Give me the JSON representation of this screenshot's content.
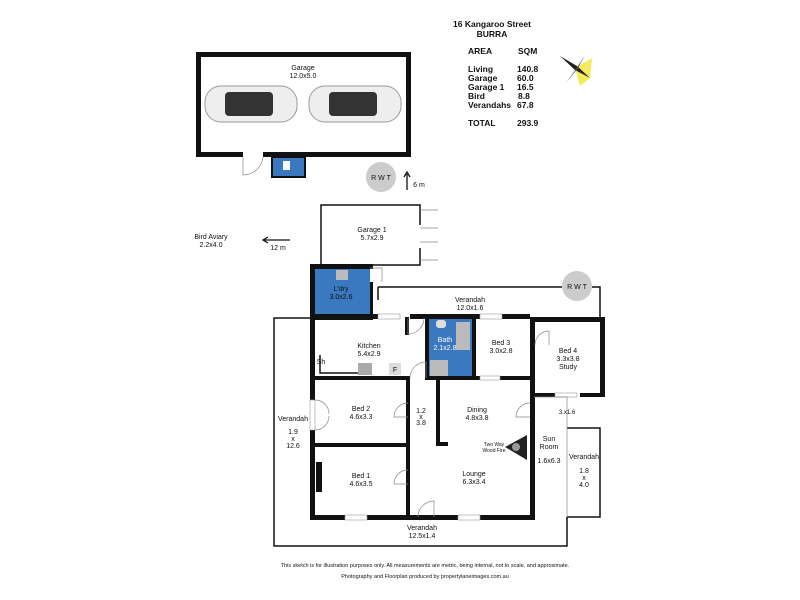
{
  "header": {
    "address": "16 Kangaroo Street",
    "town": "BURRA"
  },
  "area_table": {
    "col_area": "AREA",
    "col_sqm": "SQM",
    "rows": [
      {
        "name": "Living",
        "sqm": "140.8"
      },
      {
        "name": "Garage",
        "sqm": "60.0"
      },
      {
        "name": "Garage 1",
        "sqm": "16.5"
      },
      {
        "name": "Bird",
        "sqm": "8.8"
      },
      {
        "name": "Verandahs",
        "sqm": "67.8"
      }
    ],
    "total_label": "TOTAL",
    "total_sqm": "293.9"
  },
  "rooms": {
    "garage": {
      "name": "Garage",
      "size": "12.0x5.0"
    },
    "garage1": {
      "name": "Garage 1",
      "size": "5.7x2.9"
    },
    "bird": {
      "name": "Bird Aviary",
      "size": "2.2x4.0"
    },
    "laundry": {
      "name": "L'dry",
      "size": "3.0x2.6"
    },
    "verandah_top": {
      "name": "Verandah",
      "size": "12.0x1.6"
    },
    "kitchen": {
      "name": "Kitchen",
      "size": "5.4x2.9"
    },
    "bath": {
      "name": "Bath",
      "size": "2.1x2.8"
    },
    "bed3": {
      "name": "Bed 3",
      "size": "3.0x2.8"
    },
    "bed4": {
      "name": "Bed 4",
      "size": "3.3x3.8",
      "note": "Study"
    },
    "bed2": {
      "name": "Bed 2",
      "size": "4.6x3.3"
    },
    "bed1": {
      "name": "Bed 1",
      "size": "4.6x3.5"
    },
    "hall": {
      "l1": "1.2",
      "l2": "x",
      "l3": "3.8"
    },
    "dining": {
      "name": "Dining",
      "size": "4.8x3.8"
    },
    "lounge": {
      "name": "Lounge",
      "size": "6.3x3.4"
    },
    "fire": {
      "l1": "Two Way",
      "l2": "Wood Fire"
    },
    "sunroom": {
      "l1": "Sun",
      "l2": "Room",
      "size": "1.6x6.3"
    },
    "small": {
      "size": "3.x1.6"
    },
    "verandah_left": {
      "name": "Verandah",
      "l1": "1.9",
      "l2": "x",
      "l3": "12.6"
    },
    "verandah_right": {
      "name": "Verandah",
      "l1": "1.8",
      "l2": "x",
      "l3": "4.0"
    },
    "verandah_bottom": {
      "name": "Verandah",
      "size": "12.5x1.4"
    },
    "wi": "Sh",
    "fridge": "F"
  },
  "markers": {
    "rwt1": "R W T",
    "rwt2": "R W T",
    "dist_up": "6 m",
    "dist_left": "12 m"
  },
  "footer": {
    "disclaimer": "This sketch is for illustration purposes only.  All measurements are metric, being internal, not to scale, and approximate.",
    "credit": "Photography and Floorplan produced by propertylaneimages.com.au"
  },
  "colors": {
    "wet_area": "#3a78c0",
    "wall": "#111111",
    "compass": "#f2e533"
  }
}
